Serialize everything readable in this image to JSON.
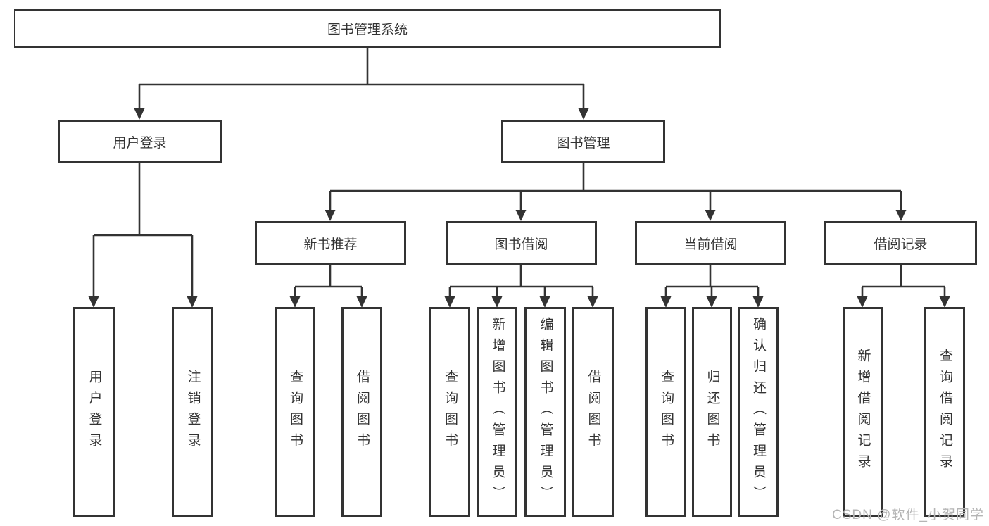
{
  "tree": {
    "label": "图书管理系统",
    "children": [
      {
        "label": "用户登录",
        "children": [
          {
            "label": "用户登录"
          },
          {
            "label": "注销登录"
          }
        ]
      },
      {
        "label": "图书管理",
        "children": [
          {
            "label": "新书推荐",
            "children": [
              {
                "label": "查询图书"
              },
              {
                "label": "借阅图书"
              }
            ]
          },
          {
            "label": "图书借阅",
            "children": [
              {
                "label": "查询图书"
              },
              {
                "label": "新增图书（管理员）"
              },
              {
                "label": "编辑图书（管理员）"
              },
              {
                "label": "借阅图书"
              }
            ]
          },
          {
            "label": "当前借阅",
            "children": [
              {
                "label": "查询图书"
              },
              {
                "label": "归还图书"
              },
              {
                "label": "确认归还（管理员）"
              }
            ]
          },
          {
            "label": "借阅记录",
            "children": [
              {
                "label": "新增借阅记录"
              },
              {
                "label": "查询借阅记录"
              }
            ]
          }
        ]
      }
    ]
  },
  "watermark": {
    "text": "CSDN @软件_小贺同学"
  },
  "colors": {
    "line": "#333333",
    "text": "#333333",
    "box_background": "#ffffff",
    "watermark": "#b5b5b5",
    "background": "#ffffff"
  }
}
